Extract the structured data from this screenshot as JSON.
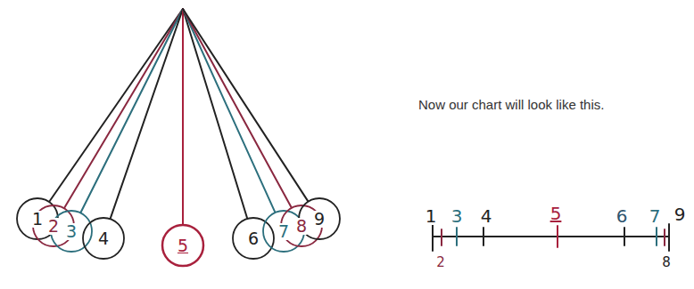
{
  "diagram": {
    "nodes": [
      {
        "text": [
          "1"
        ]
      },
      {
        "text": [
          "2"
        ]
      },
      {
        "text": [
          "3"
        ]
      },
      {
        "text": [
          "4"
        ]
      },
      {
        "text": [
          "5"
        ]
      },
      {
        "text": [
          "6"
        ]
      },
      {
        "text": [
          "7"
        ]
      },
      {
        "text": [
          "8"
        ]
      },
      {
        "text": [
          "9"
        ]
      }
    ],
    "labels": [
      "Now our chart will look like this.",
      "1",
      "3",
      "4",
      "5",
      "6",
      "7",
      "9",
      "2",
      "8"
    ]
  }
}
